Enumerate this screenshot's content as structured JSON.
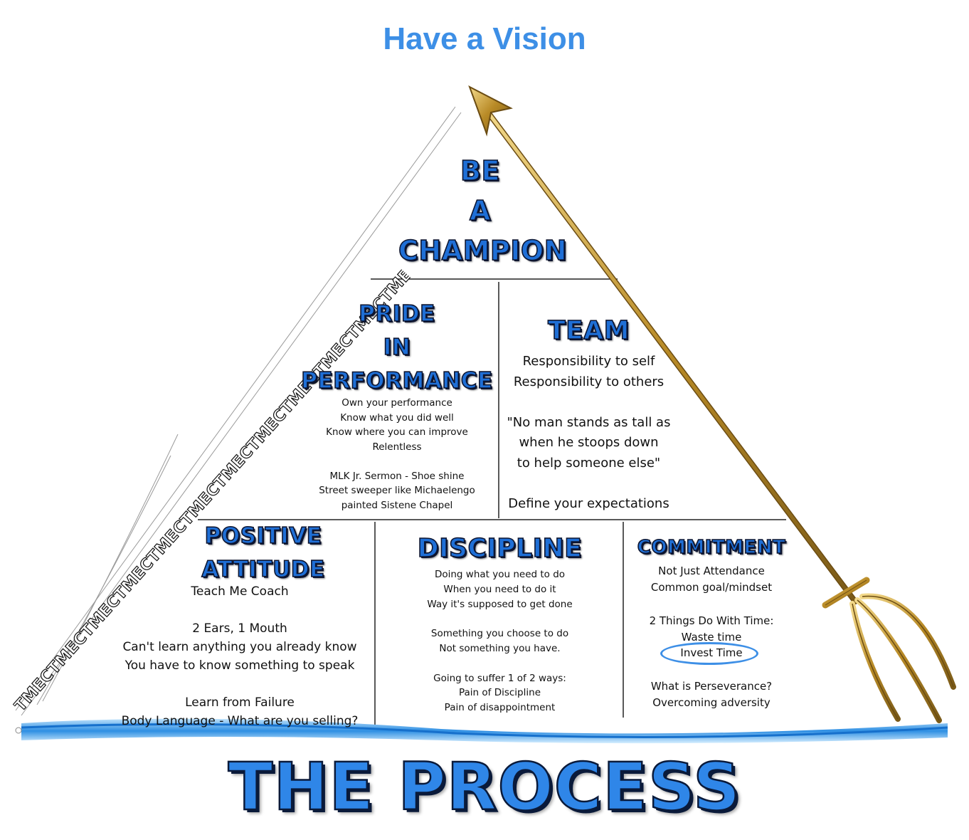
{
  "header": {
    "title": "Have a Vision"
  },
  "apex": {
    "line1": "BE",
    "line2": "A",
    "line3": "CHAMPION"
  },
  "pride": {
    "line1": "PRIDE",
    "line2": "IN",
    "line3": "PERFORMANCE",
    "body": "Own your performance\nKnow what you did well\nKnow where you can improve\nRelentless\n\nMLK Jr. Sermon - Shoe shine\nStreet sweeper like Michaelengo\npainted Sistene Chapel"
  },
  "team": {
    "title": "TEAM",
    "body": "Responsibility to self\nResponsibility to others\n\n\"No man stands as tall as\nwhen he stoops down\nto help someone else\"\n\nDefine your expectations"
  },
  "attitude": {
    "line1": "POSITIVE",
    "line2": "ATTITUDE",
    "body": "Teach Me Coach\n\n2 Ears, 1 Mouth\nCan't learn anything you already know\nYou have to know something to speak\n\nLearn from Failure\nBody Language - What are you selling?"
  },
  "discipline": {
    "title": "DISCIPLINE",
    "body": "Doing what you need to do\nWhen you need to do it\nWay it's supposed to get done\n\nSomething you choose to do\nNot something you have.\n\nGoing to suffer 1 of 2 ways:\nPain of Discipline\nPain of disappointment"
  },
  "commitment": {
    "title": "COMMITMENT",
    "body_top": "Not Just Attendance\nCommon goal/mindset\n\n2 Things Do With Time:\nWaste time",
    "highlight": "Invest Time",
    "body_bottom": "What is Perseverance?\nOvercoming adversity"
  },
  "edge_text": "TMECTMECTMECTMECTMECTMECTMECTMECTMECTMECTMECTMECTMECTMECTMECTMECTMECTMECTMECTMEC",
  "footer": {
    "title": "THE PROCESS"
  },
  "colors": {
    "accent": "#3d8fe6",
    "heading": "#1f6fd6",
    "gold": "#c9a23a",
    "water": "#4aa3ea"
  },
  "icons": {
    "trident": "trident-icon",
    "wave": "wave-icon"
  }
}
